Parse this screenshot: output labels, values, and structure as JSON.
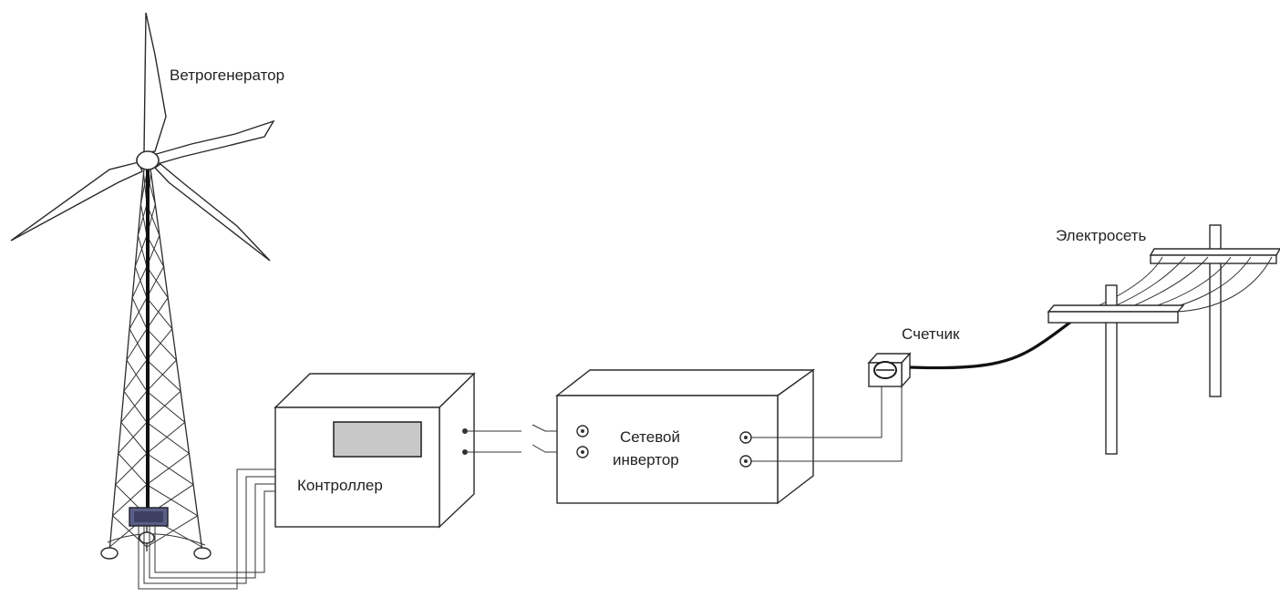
{
  "labels": {
    "wind_generator": "Ветрогенератор",
    "controller": "Контроллер",
    "inverter_line1": "Сетевой",
    "inverter_line2": "инвертор",
    "meter": "Счетчик",
    "grid": "Электросеть"
  },
  "colors": {
    "line": "#2a2a2a",
    "display": "#c8c8c8",
    "generator_box": "#5b5f86"
  },
  "icons": [
    "wind-turbine-icon",
    "controller-box-icon",
    "inverter-box-icon",
    "meter-icon",
    "power-pole-icon"
  ]
}
